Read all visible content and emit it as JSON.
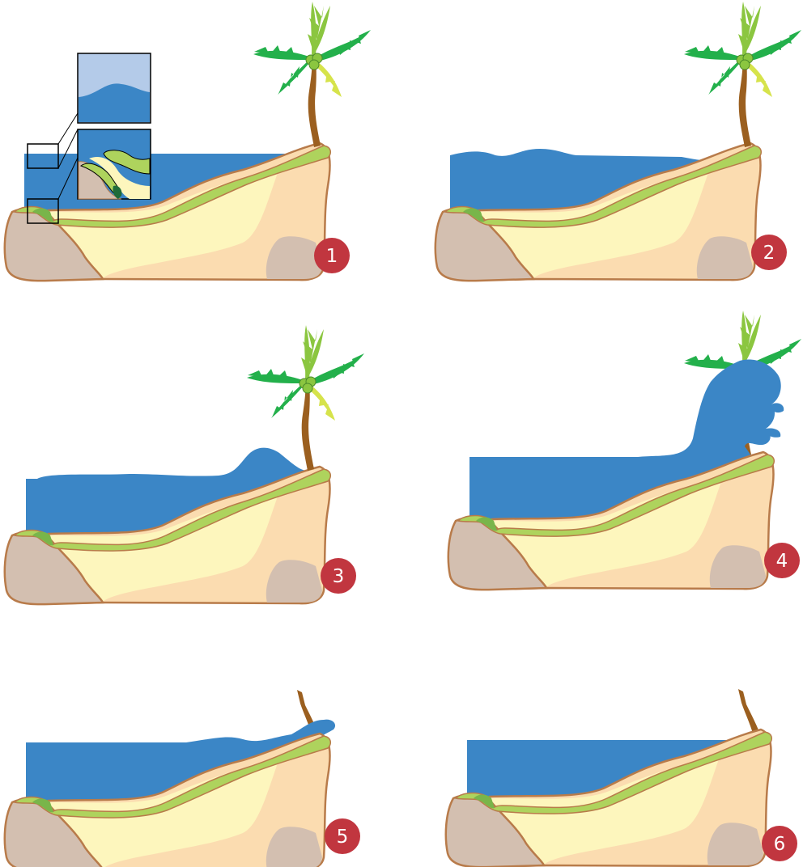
{
  "colors": {
    "water": "#3b86c6",
    "water_light": "#b4cbe9",
    "grass": "#aed35d",
    "grass_dark": "#79b54a",
    "sand": "#fdf6bd",
    "sand_dark": "#fbdcb0",
    "rock": "#d3bfb0",
    "outline": "#b87b4a",
    "trunk": "#9b5f1f",
    "leaf": "#23b04b",
    "leaf_light": "#8bc640",
    "leaf_yellow": "#d6e34b",
    "badge": "#c1363f",
    "badge_text": "#ffffff"
  },
  "panels": [
    {
      "step": "1",
      "water": "calm",
      "tree": "intact",
      "inset": true
    },
    {
      "step": "2",
      "water": "swell",
      "tree": "intact",
      "inset": false
    },
    {
      "step": "3",
      "water": "surge",
      "tree": "intact",
      "inset": false
    },
    {
      "step": "4",
      "water": "wave",
      "tree": "engulfed",
      "inset": false
    },
    {
      "step": "5",
      "water": "retreat",
      "tree": "broken",
      "inset": false
    },
    {
      "step": "6",
      "water": "calm",
      "tree": "broken",
      "inset": false
    }
  ]
}
